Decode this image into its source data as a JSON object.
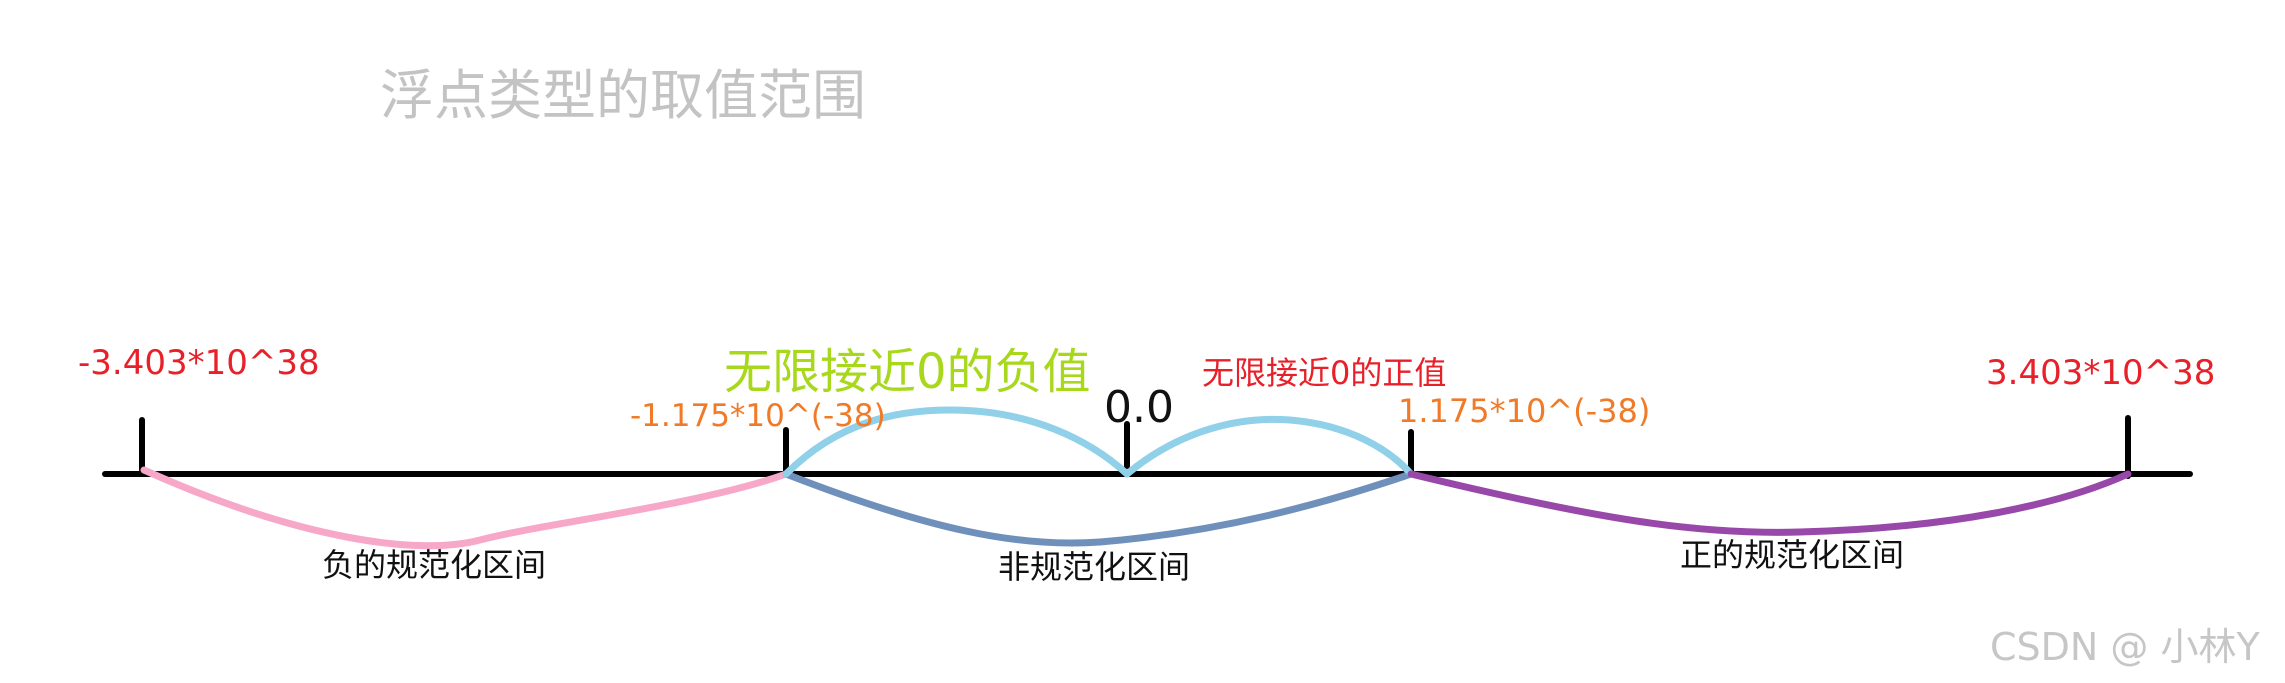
{
  "title": "浮点类型的取值范围",
  "colors": {
    "axis": "#000000",
    "title": "#c3c3c3",
    "red": "#e8202a",
    "orange": "#f07a28",
    "green": "#a8d81c",
    "black": "#111111",
    "pink": "#f7a8c8",
    "light_blue": "#90d0e8",
    "steel_blue": "#7090bc",
    "purple": "#9848a8",
    "watermark": "#c6c6c6"
  },
  "labels": {
    "neg_max": "-3.403*10^38",
    "neg_min": "-1.175*10^(-38)",
    "approach_neg_zero": "无限接近0的负值",
    "zero": "0.0",
    "approach_pos_zero": "无限接近0的正值",
    "pos_min": "1.175*10^(-38)",
    "pos_max": "3.403*10^38"
  },
  "intervals": {
    "neg_normal": "负的规范化区间",
    "denormal": "非规范化区间",
    "pos_normal": "正的规范化区间"
  },
  "watermark": "CSDN @ 小林Y"
}
